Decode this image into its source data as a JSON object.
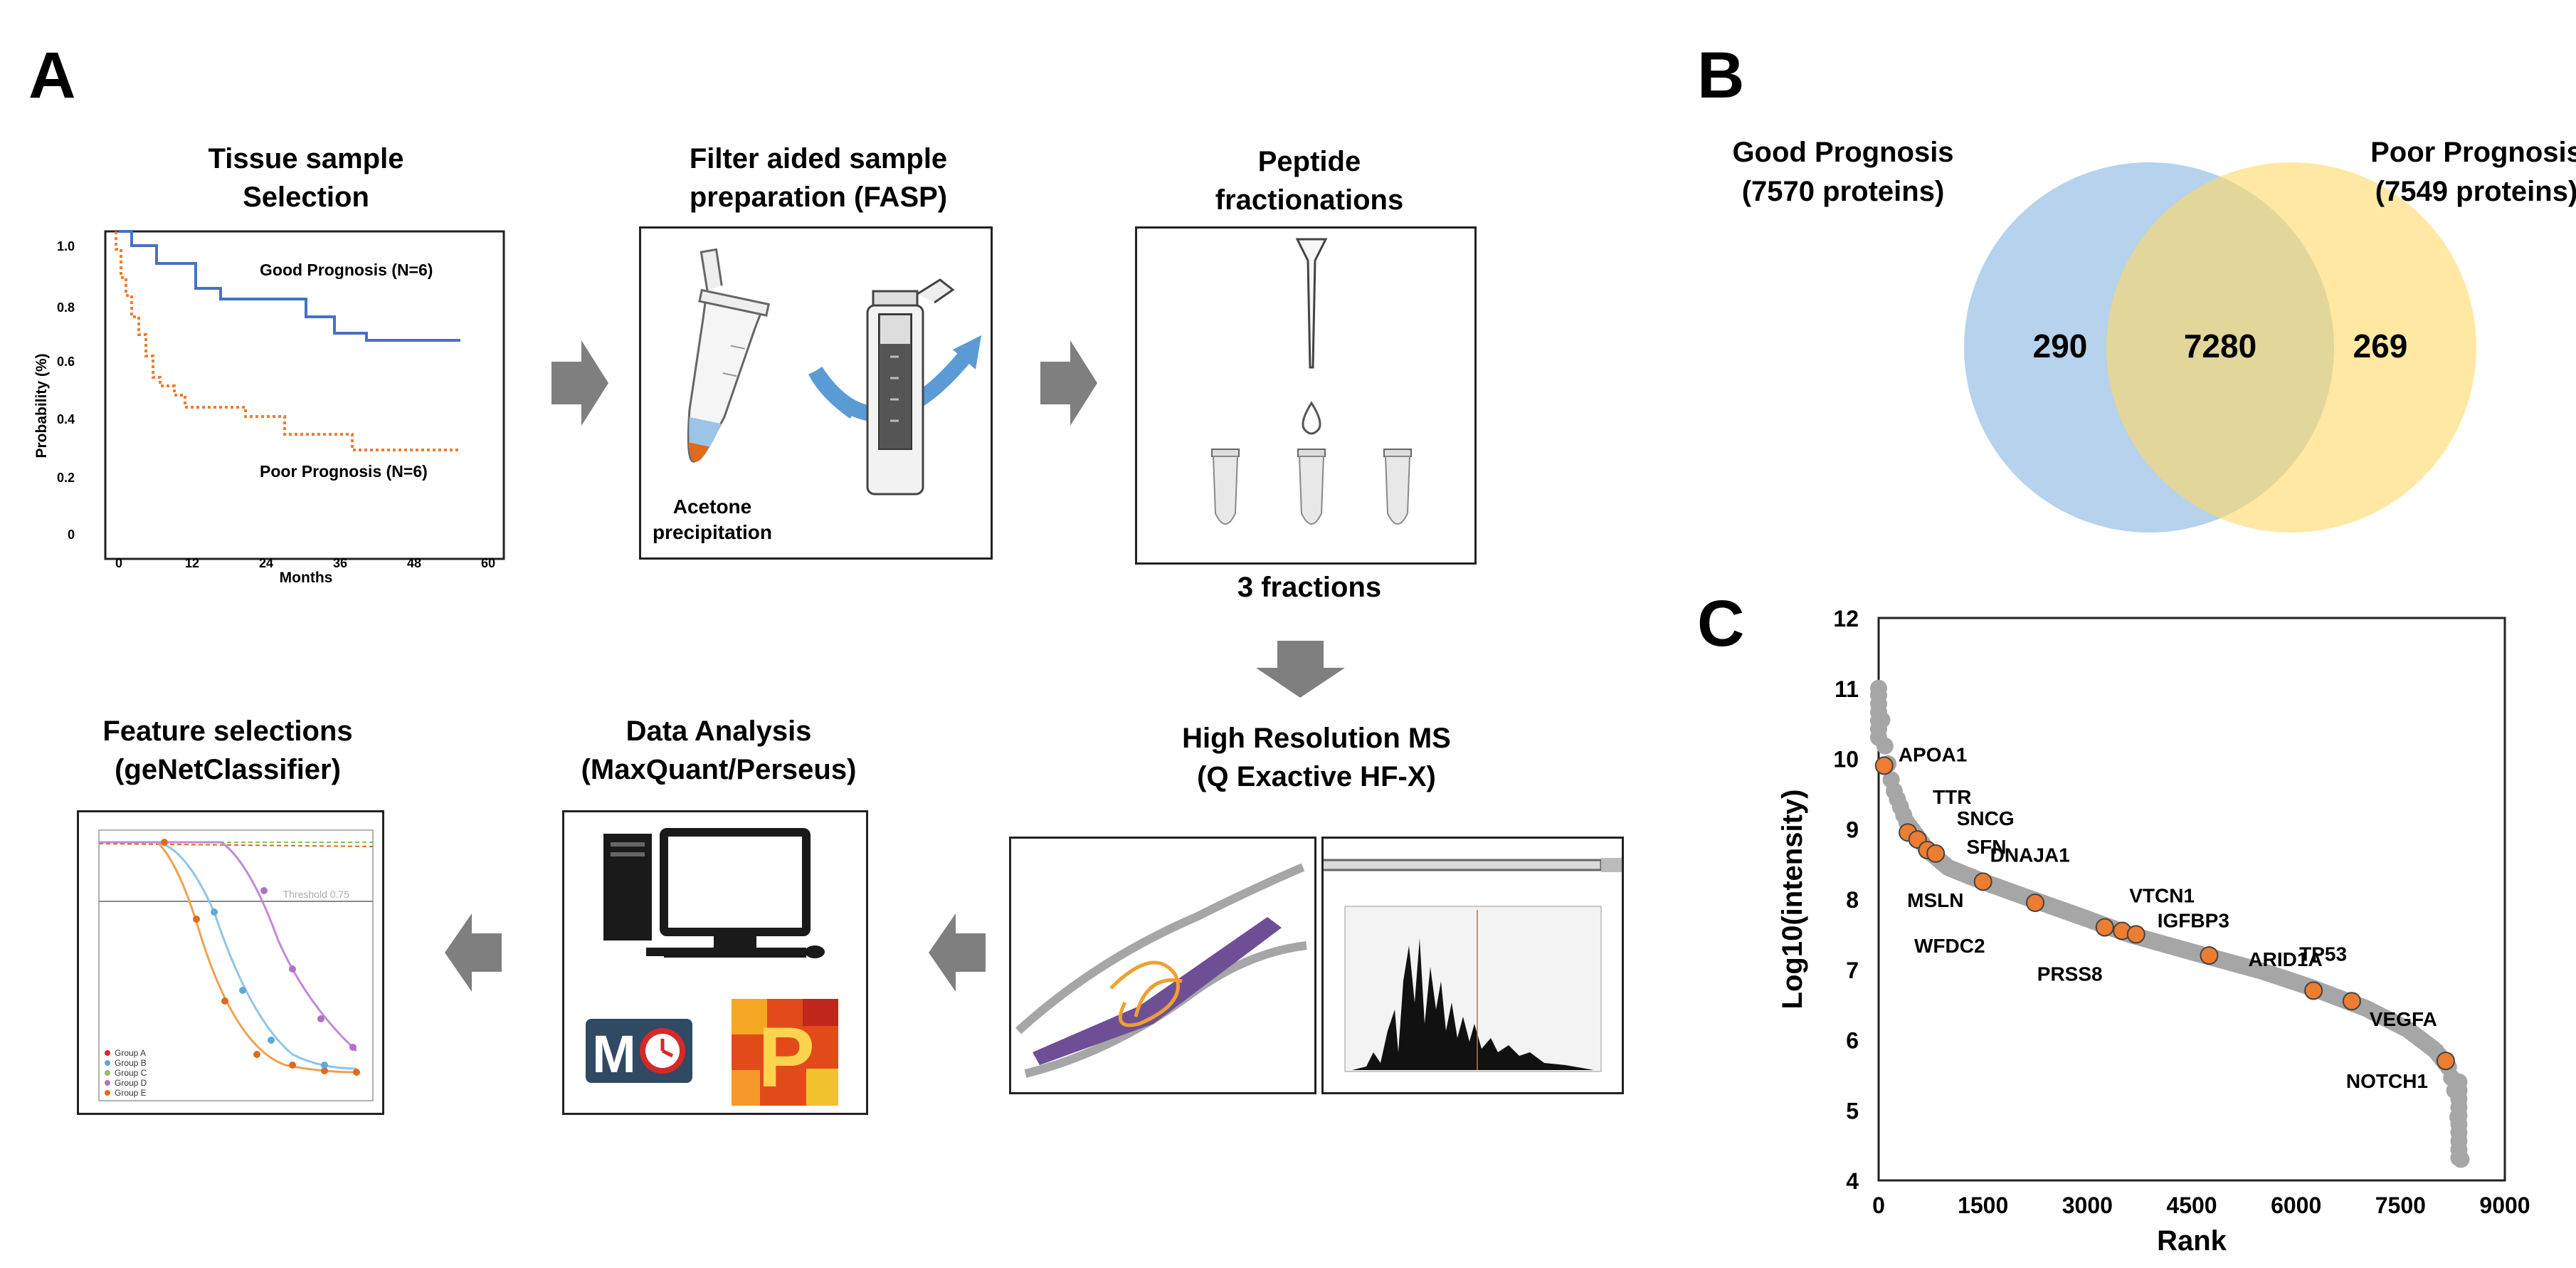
{
  "panels": {
    "a": "A",
    "b": "B",
    "c": "C"
  },
  "workflow": {
    "tissue": {
      "title1": "Tissue sample",
      "title2": "Selection",
      "km": {
        "ylabel": "Probability (%)",
        "xlabel": "Months",
        "yticks": [
          "1.0",
          "0.8",
          "0.6",
          "0.4",
          "0.2",
          "0"
        ],
        "xticks": [
          "0",
          "12",
          "24",
          "36",
          "48",
          "60"
        ],
        "good_label": "Good Prognosis (N=6)",
        "poor_label": "Poor Prognosis (N=6)",
        "colors": {
          "good": "#4472c4",
          "poor": "#ed7d31"
        }
      }
    },
    "fasp": {
      "title1": "Filter aided sample",
      "title2": "preparation (FASP)",
      "caption1": "Acetone",
      "caption2": "precipitation"
    },
    "peptide": {
      "title1": "Peptide",
      "title2": "fractionations",
      "caption": "3 fractions"
    },
    "ms": {
      "title1": "High Resolution MS",
      "title2": "(Q Exactive HF-X)"
    },
    "analysis": {
      "title1": "Data Analysis",
      "title2": "(MaxQuant/Perseus)",
      "mq": "M",
      "perseus": "P"
    },
    "features": {
      "title1": "Feature selections",
      "title2": "(geNetClassifier)",
      "threshold": "Threshold 0.75",
      "legend": [
        "Group A",
        "Group B",
        "Group C",
        "Group D",
        "Group E"
      ]
    }
  },
  "venn": {
    "left_title": "Good Prognosis",
    "left_sub": "(7570 proteins)",
    "right_title": "Poor Prognosis",
    "right_sub": "(7549 proteins)",
    "left_only": "290",
    "overlap": "7280",
    "right_only": "269",
    "colors": {
      "left": "#9dc3e6",
      "right": "#ffd966"
    }
  },
  "chart_data": {
    "type": "scatter",
    "xlabel": "Rank",
    "ylabel": "Log10(intensity)",
    "xlim": [
      0,
      9000
    ],
    "ylim": [
      4,
      12
    ],
    "xticks": [
      0,
      1500,
      3000,
      4500,
      6000,
      7500,
      9000
    ],
    "yticks": [
      4,
      5,
      6,
      7,
      8,
      9,
      10,
      11,
      12
    ],
    "grid": false,
    "series_color": "#a6a6a6",
    "highlight_color": "#ed7d31",
    "curve": [
      [
        0,
        11
      ],
      [
        50,
        10.5
      ],
      [
        100,
        10.1
      ],
      [
        200,
        9.6
      ],
      [
        400,
        9.1
      ],
      [
        700,
        8.7
      ],
      [
        1000,
        8.45
      ],
      [
        1500,
        8.25
      ],
      [
        2200,
        8.0
      ],
      [
        3000,
        7.72
      ],
      [
        3600,
        7.5
      ],
      [
        4500,
        7.25
      ],
      [
        5500,
        6.98
      ],
      [
        6200,
        6.75
      ],
      [
        7000,
        6.45
      ],
      [
        7600,
        6.15
      ],
      [
        8000,
        5.85
      ],
      [
        8200,
        5.6
      ],
      [
        8300,
        5.2
      ],
      [
        8350,
        4.6
      ],
      [
        8370,
        4.3
      ]
    ],
    "highlights": [
      {
        "name": "APOA1",
        "x": 80,
        "y": 9.9
      },
      {
        "name": "TTR",
        "x": 420,
        "y": 8.95
      },
      {
        "name": "SNCG",
        "x": 560,
        "y": 8.85
      },
      {
        "name": "SFN",
        "x": 700,
        "y": 8.7
      },
      {
        "name": "MSLN",
        "x": 820,
        "y": 8.65
      },
      {
        "name": "DNAJA1",
        "x": 1500,
        "y": 8.25
      },
      {
        "name": "WFDC2",
        "x": 2250,
        "y": 7.95
      },
      {
        "name": "PRSS8",
        "x": 3250,
        "y": 7.6
      },
      {
        "name": "VTCN1",
        "x": 3500,
        "y": 7.55
      },
      {
        "name": "IGFBP3",
        "x": 3700,
        "y": 7.5
      },
      {
        "name": "ARID1A",
        "x": 4750,
        "y": 7.2
      },
      {
        "name": "TP53",
        "x": 6250,
        "y": 6.7
      },
      {
        "name": "VEGFA",
        "x": 6800,
        "y": 6.55
      },
      {
        "name": "NOTCH1",
        "x": 8150,
        "y": 5.7
      }
    ]
  }
}
